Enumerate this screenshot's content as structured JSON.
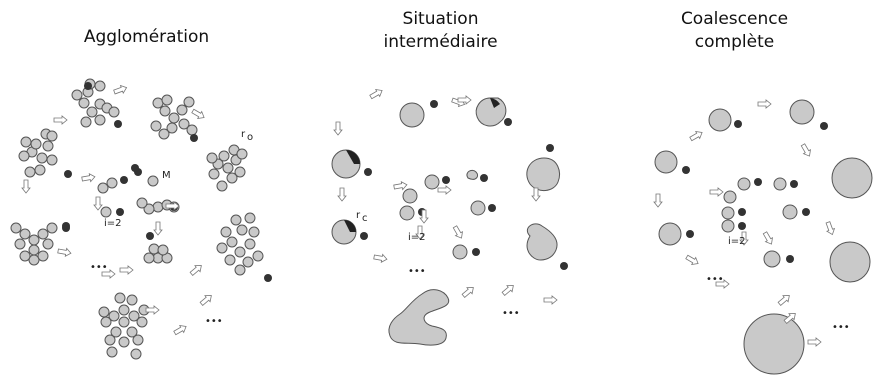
{
  "panels": [
    {
      "title_lines": [
        "Agglomération"
      ],
      "labels": {
        "r": "r",
        "r_sub": "o",
        "m": "M",
        "i": "i=2",
        "dots": [
          "•••",
          "•••"
        ]
      }
    },
    {
      "title_lines": [
        "Situation",
        "intermédiaire"
      ],
      "labels": {
        "r": "r",
        "r_sub": "c",
        "i": "i=2",
        "dots": [
          "•••",
          "•••"
        ]
      }
    },
    {
      "title_lines": [
        "Coalescence",
        "complète"
      ],
      "labels": {
        "i": "i=2",
        "dots": [
          "•••",
          "•••"
        ]
      }
    }
  ],
  "colors": {
    "particle_fill": "#c9c9c9",
    "particle_stroke": "#555555",
    "small_particle": "#333333",
    "arrow": "#666666"
  }
}
